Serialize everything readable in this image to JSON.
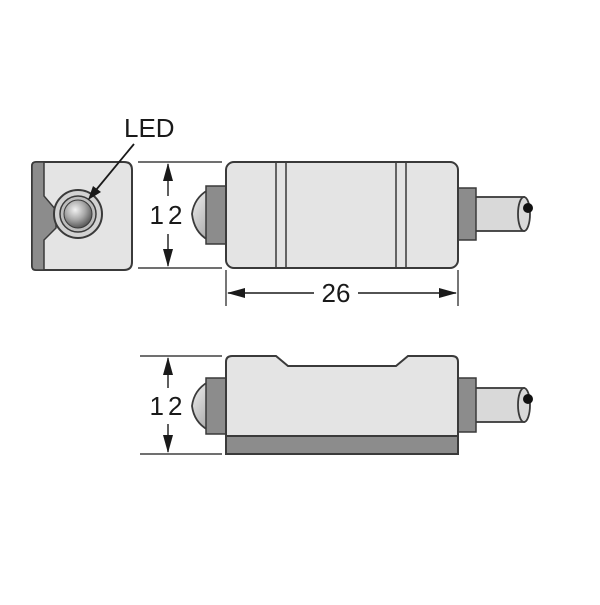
{
  "labels": {
    "led": "LED",
    "height_top": "12",
    "length": "26",
    "height_bottom": "12"
  },
  "colors": {
    "body_fill": "#e4e4e4",
    "outline": "#3a3a3a",
    "dark_fill": "#8c8c8c",
    "led_fill": "#9a9a9a",
    "cable_fill": "#d9d9d9"
  }
}
